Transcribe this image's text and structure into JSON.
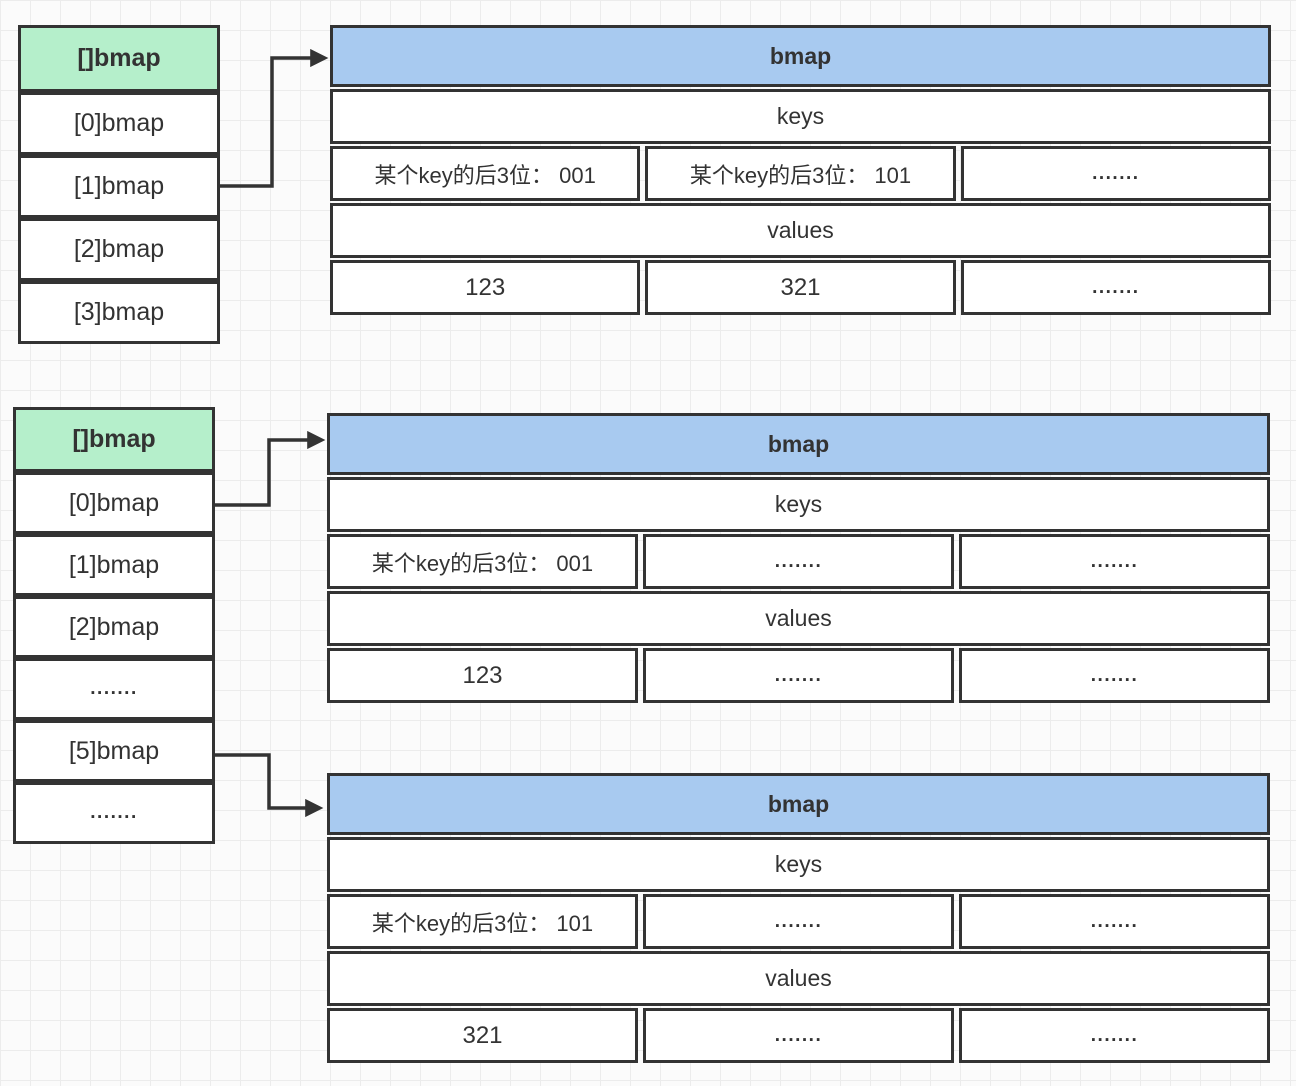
{
  "colors": {
    "array_header_bg": "#b5efcb",
    "table_header_bg": "#a8caf0",
    "border": "#333333",
    "text": "#333333"
  },
  "diagram1": {
    "array": {
      "header": "[]bmap",
      "items": [
        "[0]bmap",
        "[1]bmap",
        "[2]bmap",
        "[3]bmap"
      ]
    },
    "table": {
      "title": "bmap",
      "keys_label": "keys",
      "key_cells": [
        "某个key的后3位： 001",
        "某个key的后3位： 101",
        "......."
      ],
      "values_label": "values",
      "value_cells": [
        "123",
        "321",
        "......."
      ]
    }
  },
  "diagram2": {
    "array": {
      "header": "[]bmap",
      "items": [
        "[0]bmap",
        "[1]bmap",
        "[2]bmap",
        ".......",
        "[5]bmap",
        "......."
      ]
    },
    "table_a": {
      "title": "bmap",
      "keys_label": "keys",
      "key_cells": [
        "某个key的后3位： 001",
        ".......",
        "......."
      ],
      "values_label": "values",
      "value_cells": [
        "123",
        ".......",
        "......."
      ]
    },
    "table_b": {
      "title": "bmap",
      "keys_label": "keys",
      "key_cells": [
        "某个key的后3位： 101",
        ".......",
        "......."
      ],
      "values_label": "values",
      "value_cells": [
        "321",
        ".......",
        "......."
      ]
    }
  }
}
